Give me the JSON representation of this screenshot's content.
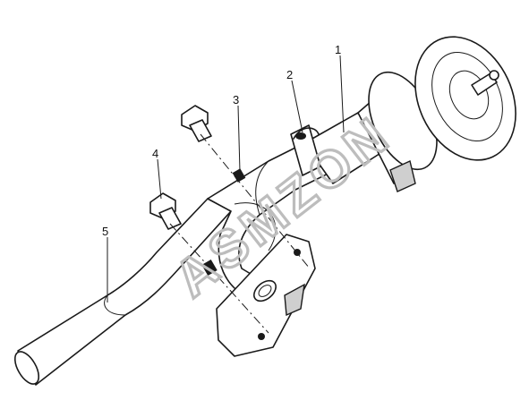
{
  "callouts": [
    {
      "label": "1"
    },
    {
      "label": "2"
    },
    {
      "label": "3"
    },
    {
      "label": "4"
    },
    {
      "label": "5"
    }
  ],
  "watermark": {
    "text": "ASMZON"
  },
  "colors": {
    "ink": "#1a1a1a",
    "background": "#ffffff",
    "watermark": "#bdbdbd"
  }
}
